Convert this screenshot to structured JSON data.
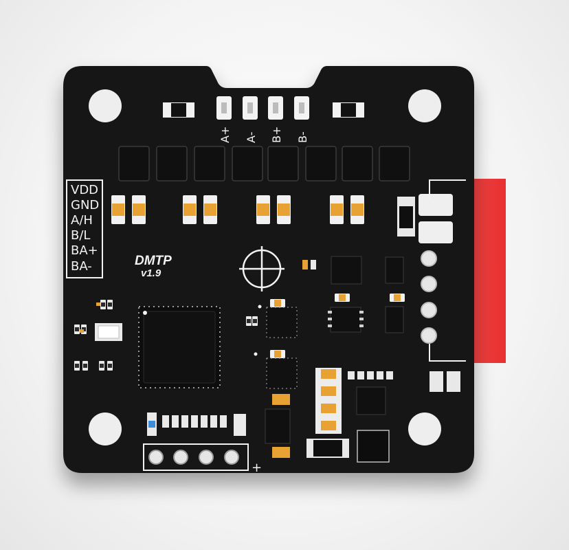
{
  "board": {
    "name": "DMTP",
    "version": "v1.9",
    "colors": {
      "pcb": "#161616",
      "silkscreen": "#f2f2f2",
      "connector": "#ee3b3b",
      "pad": "#d9d9d9",
      "smd_cap": "#e7a233",
      "background": "#f4f4f4"
    }
  },
  "motor_pins": [
    "A+",
    "A-",
    "B+",
    "B-"
  ],
  "side_labels": [
    "VDD",
    "GND",
    "A/H",
    "B/L",
    "BA+",
    "BA-"
  ],
  "header_mark": "+"
}
